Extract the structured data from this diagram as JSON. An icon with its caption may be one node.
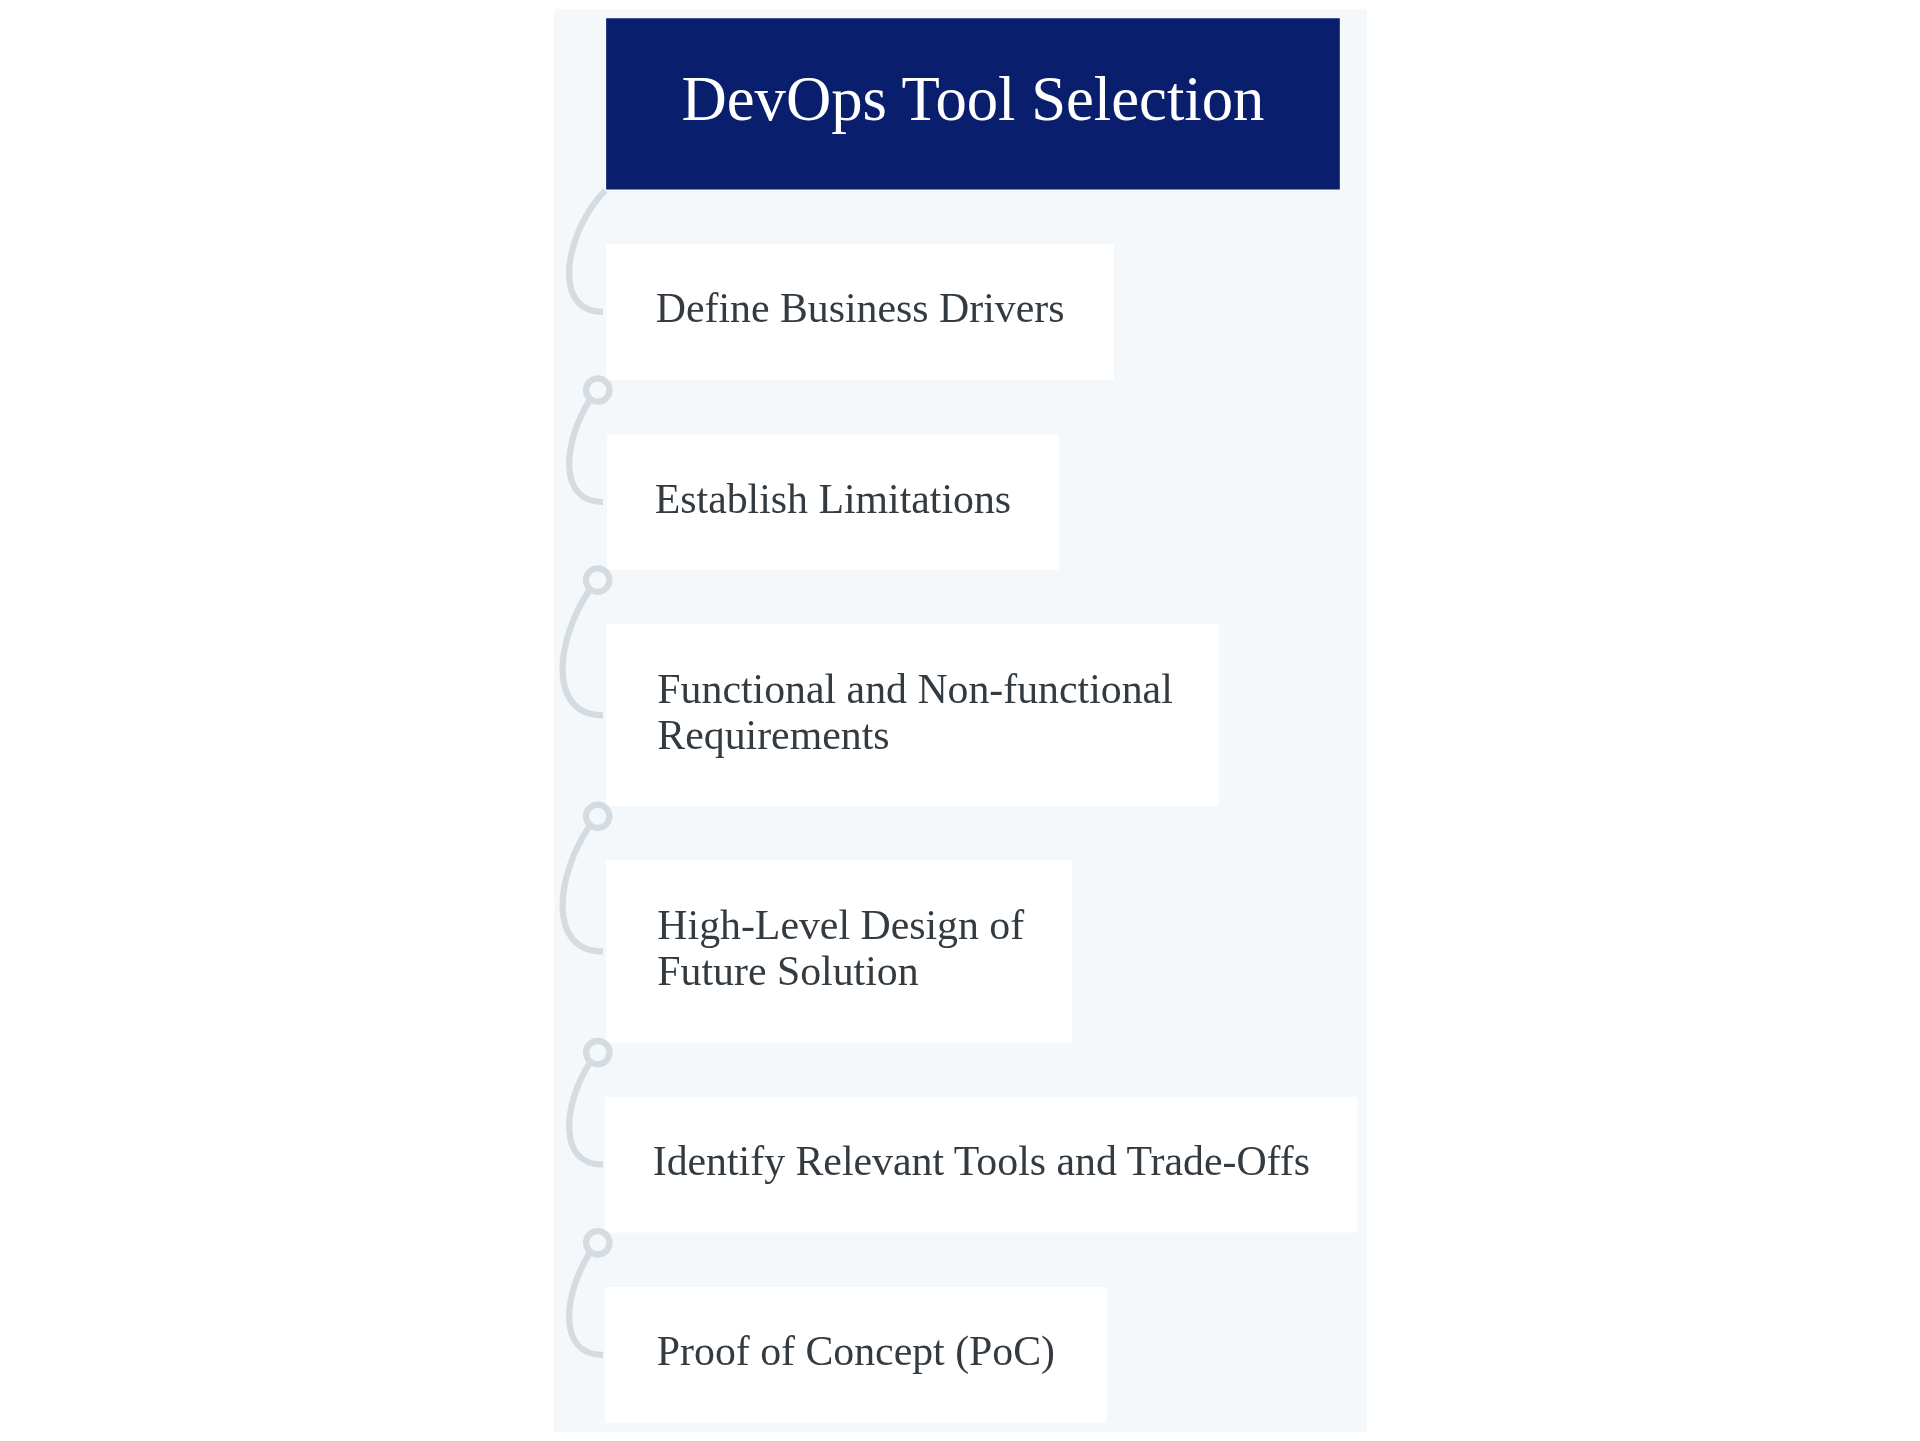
{
  "diagram": {
    "nodes": [
      {
        "text": [
          "DevOps Tool Selection"
        ]
      },
      {
        "text": [
          "Define Business Drivers"
        ]
      },
      {
        "text": [
          "Establish Limitations"
        ]
      },
      {
        "text": [
          "Functional and Non-functional Requirements"
        ]
      },
      {
        "text": [
          "High-Level Design of Future Solution"
        ]
      },
      {
        "text": [
          "Identify Relevant Tools and Trade-Offs"
        ]
      },
      {
        "text": [
          "Proof of Concept (PoC)"
        ]
      }
    ],
    "edges": [
      {
        "from": 0,
        "to": 1,
        "arrow": "none"
      },
      {
        "from": 1,
        "to": 2,
        "arrow": "other"
      },
      {
        "from": 2,
        "to": 3,
        "arrow": "other"
      },
      {
        "from": 3,
        "to": 4,
        "arrow": "other"
      },
      {
        "from": 4,
        "to": 5,
        "arrow": "other"
      },
      {
        "from": 5,
        "to": 6,
        "arrow": "other"
      }
    ]
  }
}
